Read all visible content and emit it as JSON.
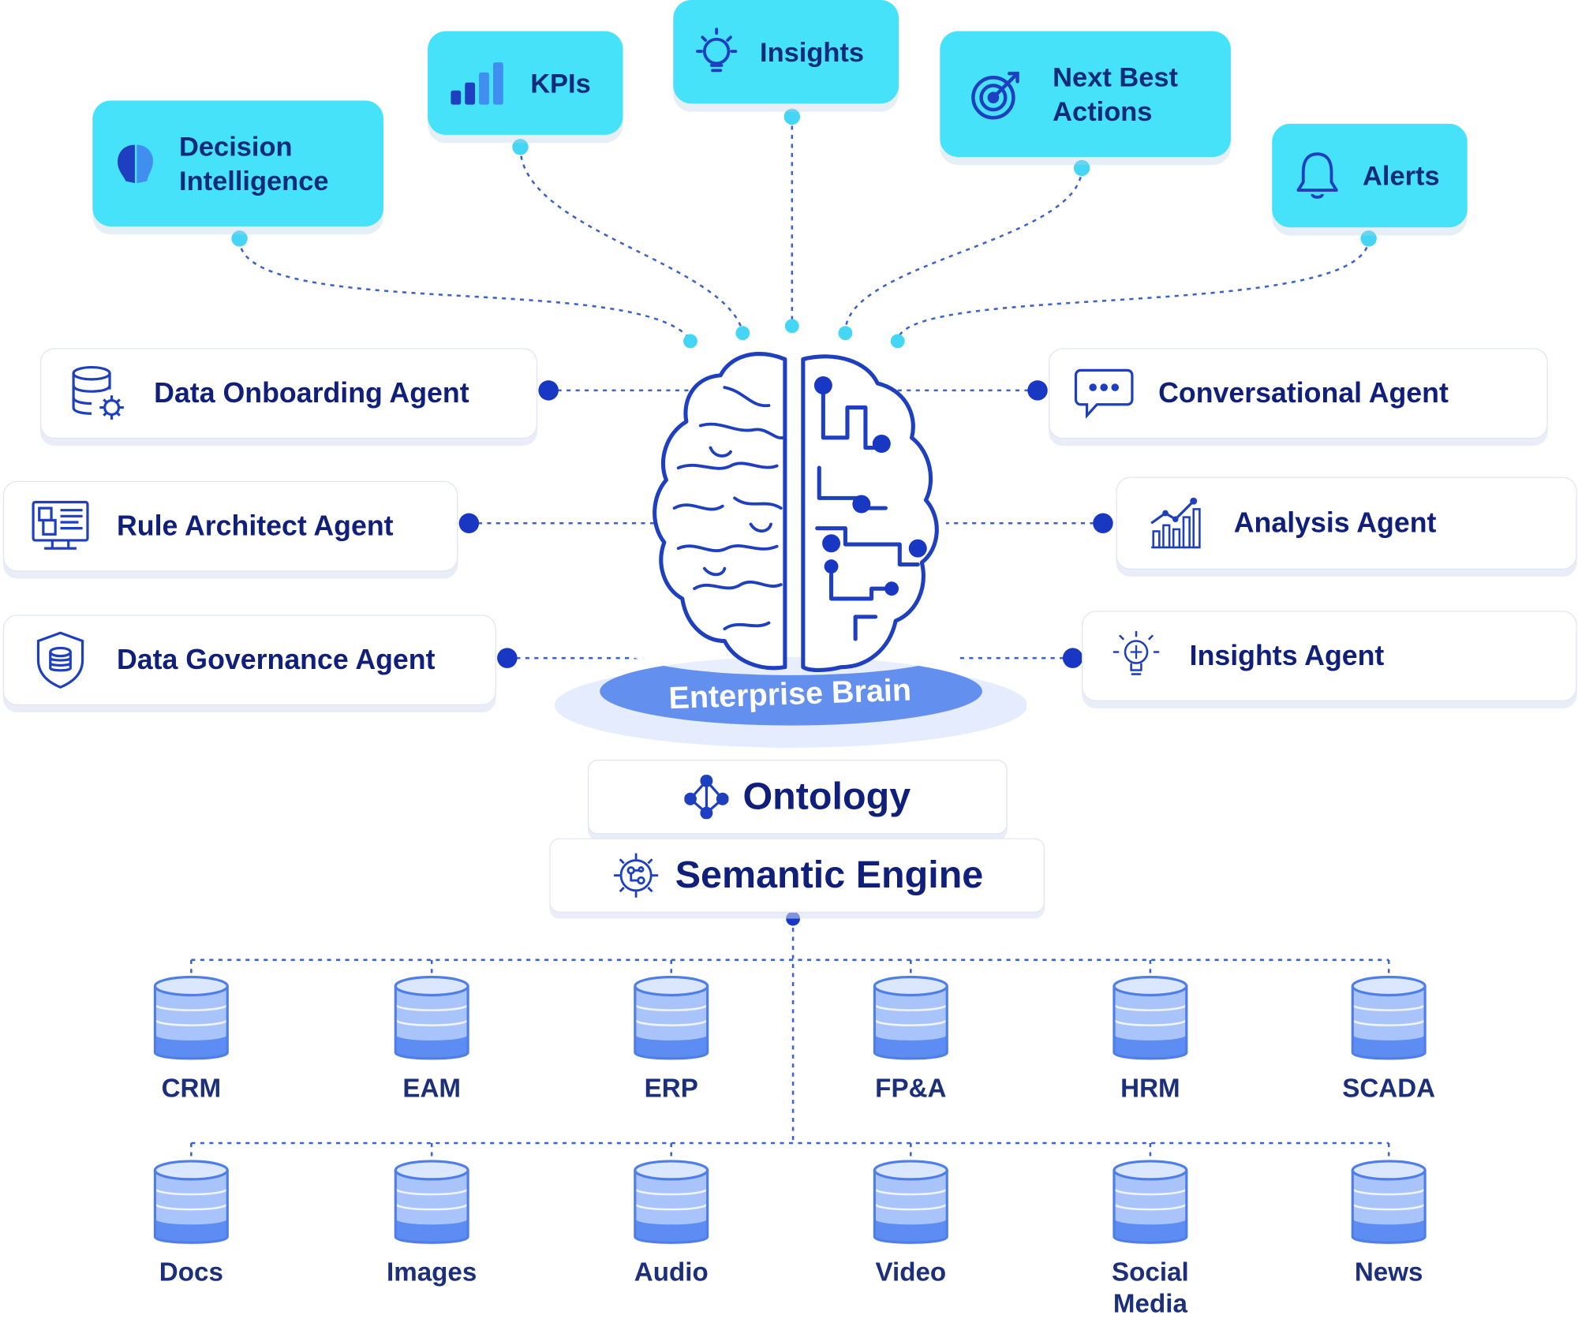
{
  "outputs": [
    {
      "label": "Decision Intelligence",
      "icon": "head-profile-icon"
    },
    {
      "label": "KPIs",
      "icon": "bar-chart-icon"
    },
    {
      "label": "Insights",
      "icon": "lightbulb-icon"
    },
    {
      "label": "Next Best Actions",
      "icon": "target-icon"
    },
    {
      "label": "Alerts",
      "icon": "bell-icon"
    }
  ],
  "agents_left": [
    {
      "label": "Data Onboarding Agent",
      "icon": "database-gear-icon"
    },
    {
      "label": "Rule Architect Agent",
      "icon": "monitor-layout-icon"
    },
    {
      "label": "Data Governance Agent",
      "icon": "shield-database-icon"
    }
  ],
  "agents_right": [
    {
      "label": "Conversational Agent",
      "icon": "chat-bubble-icon"
    },
    {
      "label": "Analysis Agent",
      "icon": "growth-chart-icon"
    },
    {
      "label": "Insights Agent",
      "icon": "idea-bulb-icon"
    }
  ],
  "brain": {
    "label": "Enterprise Brain",
    "icon": "brain-circuit-icon"
  },
  "ontology": {
    "label": "Ontology",
    "icon": "graph-nodes-icon"
  },
  "semantic_engine": {
    "label": "Semantic Engine",
    "icon": "gear-circuit-icon"
  },
  "sources_row1": [
    "CRM",
    "EAM",
    "ERP",
    "FP&A",
    "HRM",
    "SCADA"
  ],
  "sources_row2": [
    "Docs",
    "Images",
    "Audio",
    "Video",
    "Social Media",
    "News"
  ],
  "colors": {
    "cyan": "#45e2fa",
    "navy": "#0f1f7a",
    "blue": "#1e3fbf",
    "dot": "#1838c4",
    "light_dot": "#45d6f5"
  }
}
